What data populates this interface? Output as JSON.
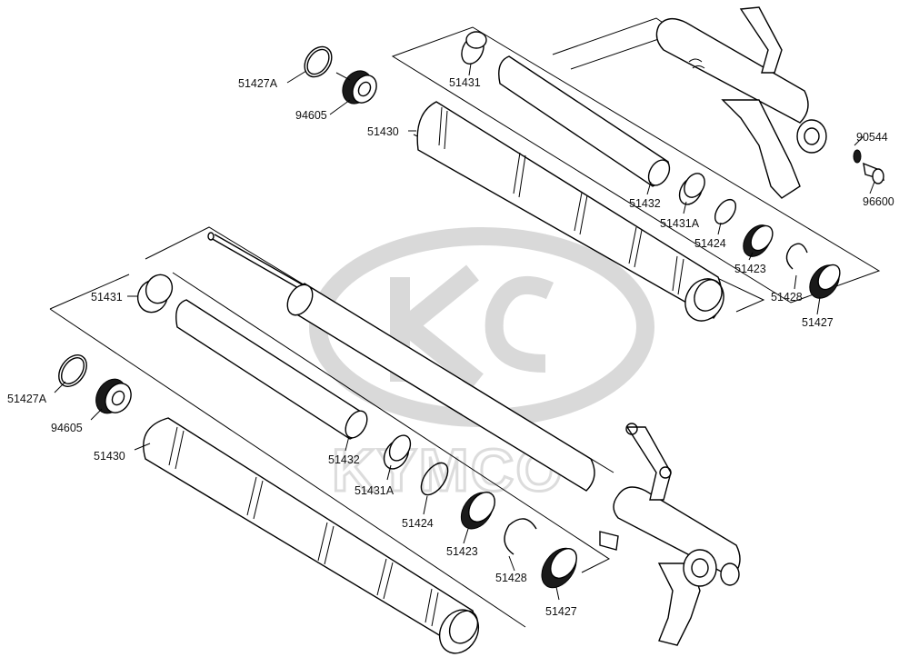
{
  "watermark": {
    "brand": "KYMCO",
    "logo_letter": "K"
  },
  "upper_assembly": {
    "labels": [
      "51427A",
      "94605",
      "51431",
      "51430",
      "51432",
      "51431A",
      "51424",
      "51423",
      "51428",
      "51427",
      "90544",
      "96600"
    ]
  },
  "lower_assembly": {
    "labels": [
      "51431",
      "51427A",
      "94605",
      "51430",
      "51432",
      "51431A",
      "51424",
      "51423",
      "51428",
      "51427"
    ]
  }
}
